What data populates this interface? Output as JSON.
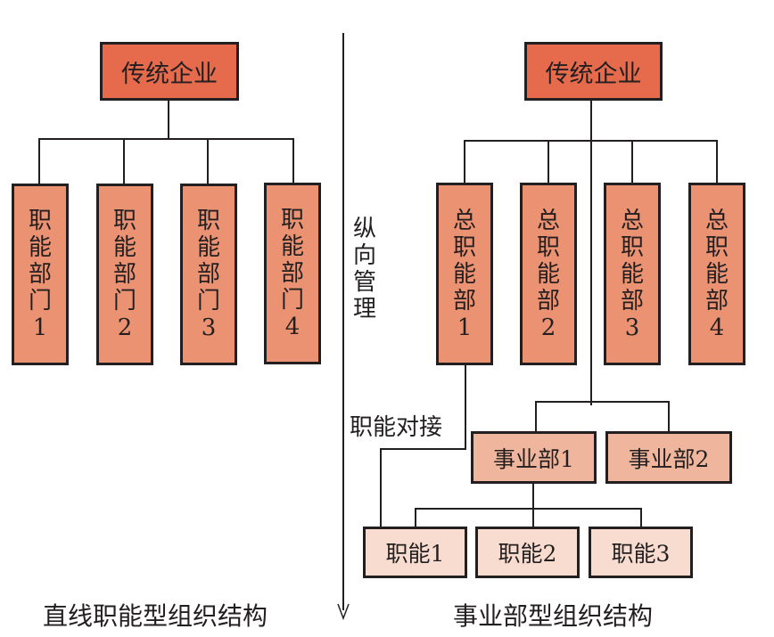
{
  "left": {
    "root": "传统企业",
    "departments": [
      "职能部门1",
      "职能部门2",
      "职能部门3",
      "职能部门4"
    ],
    "caption": "直线职能型组织结构"
  },
  "divider": {
    "label": "纵向管理"
  },
  "right": {
    "root": "传统企业",
    "departments": [
      "总职能部1",
      "总职能部2",
      "总职能部3",
      "总职能部4"
    ],
    "link_label": "职能对接",
    "divisions": [
      "事业部1",
      "事业部2"
    ],
    "functions": [
      "职能1",
      "职能2",
      "职能3"
    ],
    "caption": "事业部型组织结构"
  },
  "colors": {
    "root_fill": "#e56b4c",
    "dept_fill": "#eb9272",
    "division_fill": "#f0b69d",
    "function_fill": "#f8dccf",
    "line": "#231f20"
  }
}
